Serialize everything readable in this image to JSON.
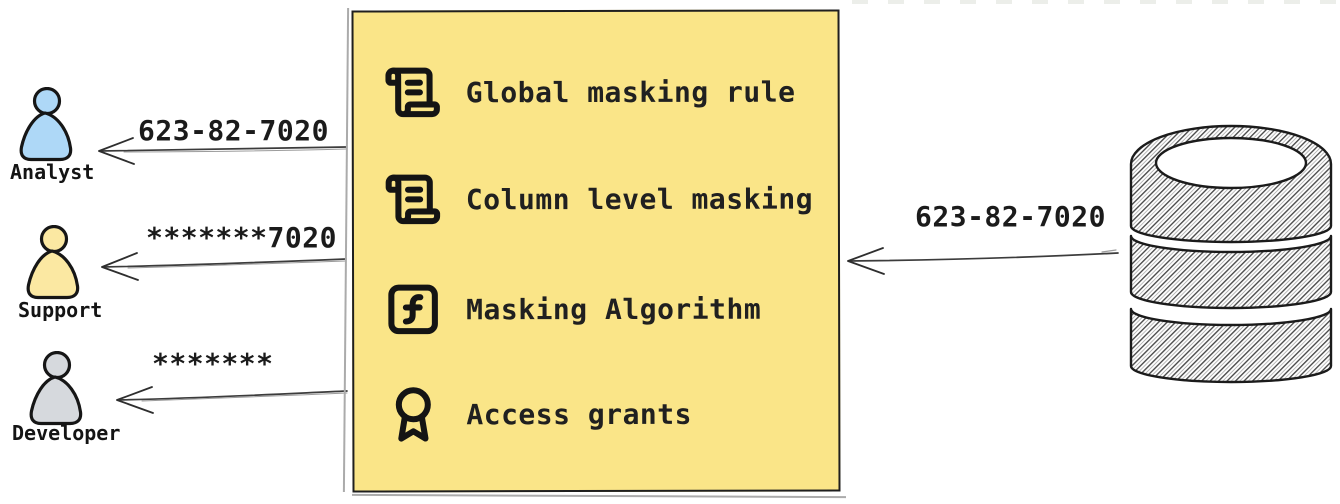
{
  "personas": [
    {
      "label": "Analyst",
      "received_value": "623-82-7020",
      "fill": "#aed8f7"
    },
    {
      "label": "Support",
      "received_value": "*******7020",
      "fill": "#fbe8a2"
    },
    {
      "label": "Developer",
      "received_value": "*******",
      "fill": "#d6d9dd"
    }
  ],
  "masking_box": {
    "fill": "#fae588",
    "border_color": "#1f1f1f",
    "items": [
      {
        "icon": "scroll-text-icon",
        "label": "Global masking rule"
      },
      {
        "icon": "scroll-text-icon",
        "label": "Column level masking"
      },
      {
        "icon": "function-square-icon",
        "label": "Masking Algorithm"
      },
      {
        "icon": "award-icon",
        "label": "Access grants"
      }
    ]
  },
  "database": {
    "icon": "database-icon",
    "outgoing_value": "623-82-7020"
  }
}
